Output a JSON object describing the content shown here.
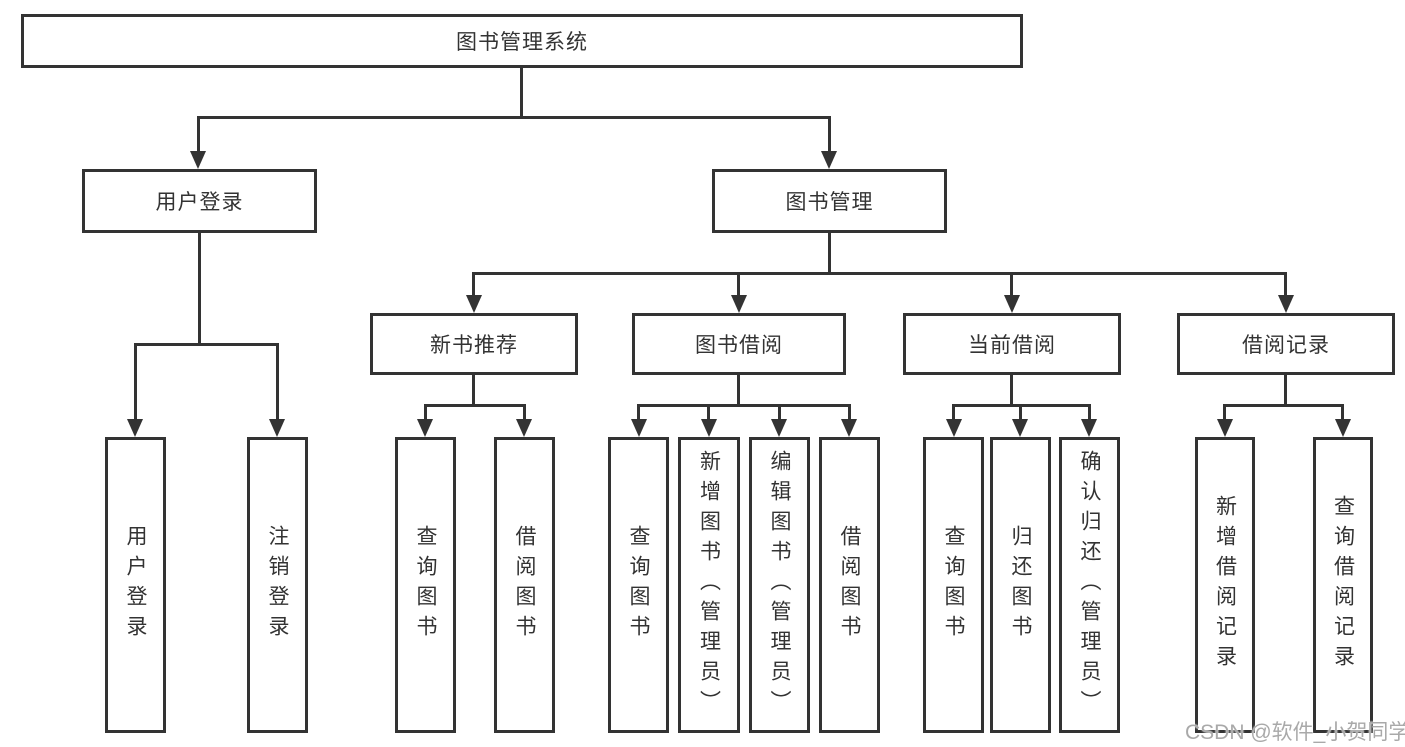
{
  "tree": {
    "label": "图书管理系统",
    "children": [
      {
        "label": "用户登录",
        "children": [
          {
            "label": "用户登录"
          },
          {
            "label": "注销登录"
          }
        ]
      },
      {
        "label": "图书管理",
        "children": [
          {
            "label": "新书推荐",
            "children": [
              {
                "label": "查询图书"
              },
              {
                "label": "借阅图书"
              }
            ]
          },
          {
            "label": "图书借阅",
            "children": [
              {
                "label": "查询图书"
              },
              {
                "label": "新增图书（管理员）"
              },
              {
                "label": "编辑图书（管理员）"
              },
              {
                "label": "借阅图书"
              }
            ]
          },
          {
            "label": "当前借阅",
            "children": [
              {
                "label": "查询图书"
              },
              {
                "label": "归还图书"
              },
              {
                "label": "确认归还（管理员）"
              }
            ]
          },
          {
            "label": "借阅记录",
            "children": [
              {
                "label": "新增借阅记录"
              },
              {
                "label": "查询借阅记录"
              }
            ]
          }
        ]
      }
    ]
  },
  "watermark": {
    "text": "CSDN @软件_小贺同学"
  },
  "colors": {
    "line": "#333333",
    "background": "#ffffff",
    "watermark": "#a9a9a9"
  }
}
